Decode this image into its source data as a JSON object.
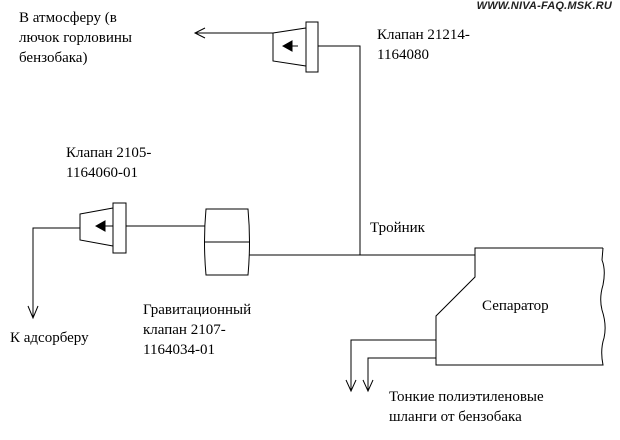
{
  "site_url": "WWW.NIVA-FAQ.MSK.RU",
  "labels": {
    "to_atmosphere": "В атмосферу (в\nлючок горловины\nбензобака)",
    "valve_top": "Клапан 21214-\n1164080",
    "valve_left": "Клапан 2105-\n1164060-01",
    "tee": "Тройник",
    "separator": "Сепаратор",
    "to_adsorber": "К адсорберу",
    "gravity_valve": "Гравитационный\nклапан 2107-\n1164034-01",
    "hoses": "Тонкие полиэтиленовые\nшланги от бензобака"
  },
  "colors": {
    "line": "#000000",
    "background": "#ffffff"
  }
}
